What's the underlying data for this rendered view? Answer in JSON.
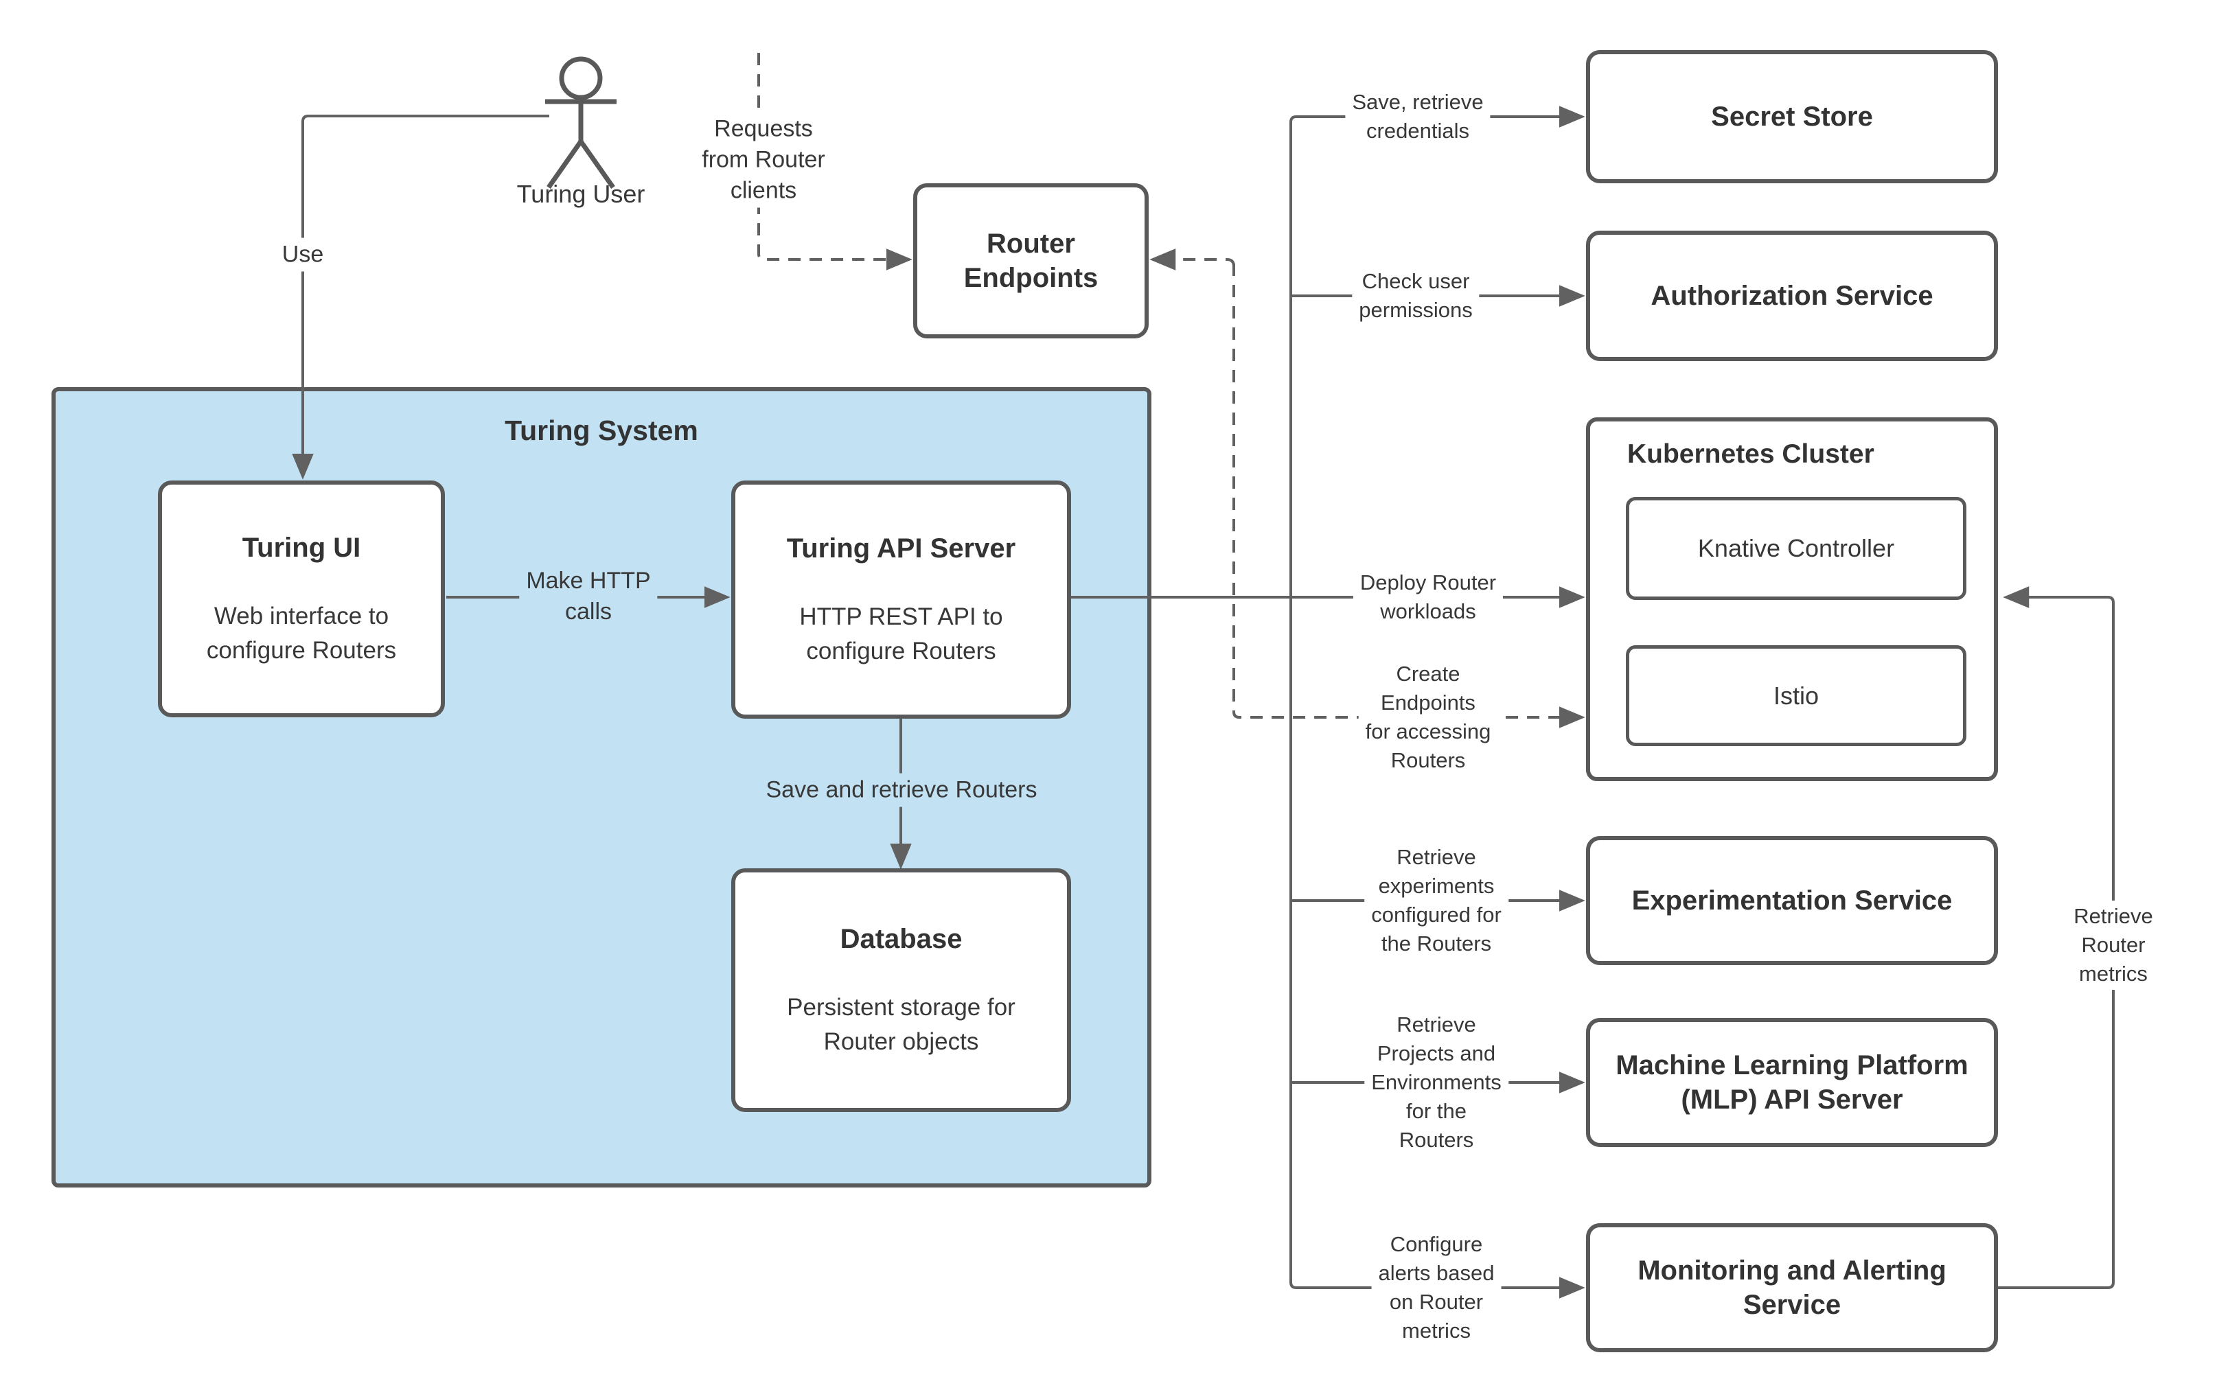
{
  "actor": {
    "label": "Turing User"
  },
  "edges": {
    "use": "Use",
    "requests": "Requests\nfrom Router\nclients",
    "make_http": "Make HTTP\ncalls",
    "save_retrieve_routers": "Save and retrieve Routers",
    "save_credentials": "Save, retrieve\ncredentials",
    "check_permissions": "Check user\npermissions",
    "deploy_workloads": "Deploy Router\nworkloads",
    "create_endpoints": "Create\nEndpoints\nfor accessing\nRouters",
    "retrieve_experiments": "Retrieve\nexperiments\nconfigured for\nthe Routers",
    "retrieve_projects": "Retrieve\nProjects and\nEnvironments\nfor the\nRouters",
    "configure_alerts": "Configure\nalerts based\non Router\nmetrics",
    "retrieve_metrics": "Retrieve Router\nmetrics"
  },
  "nodes": {
    "router_endpoints": {
      "title": "Router\nEndpoints"
    },
    "turing_system": {
      "title": "Turing System"
    },
    "turing_ui": {
      "title": "Turing UI",
      "body": "Web interface to\nconfigure Routers"
    },
    "turing_api": {
      "title": "Turing API Server",
      "body": "HTTP REST API to\nconfigure Routers"
    },
    "database": {
      "title": "Database",
      "body": "Persistent storage for\nRouter objects"
    },
    "secret_store": {
      "title": "Secret Store"
    },
    "auth_service": {
      "title": "Authorization Service"
    },
    "k8s": {
      "title": "Kubernetes Cluster",
      "knative": "Knative Controller",
      "istio": "Istio"
    },
    "experimentation": {
      "title": "Experimentation Service"
    },
    "mlp": {
      "title": "Machine Learning Platform\n(MLP) API Server"
    },
    "monitoring": {
      "title": "Monitoring and Alerting\nService"
    }
  },
  "colors": {
    "container_fill": "#c2e2f4",
    "box_border": "#595959",
    "edge_line": "#616161",
    "text": "#383838"
  }
}
